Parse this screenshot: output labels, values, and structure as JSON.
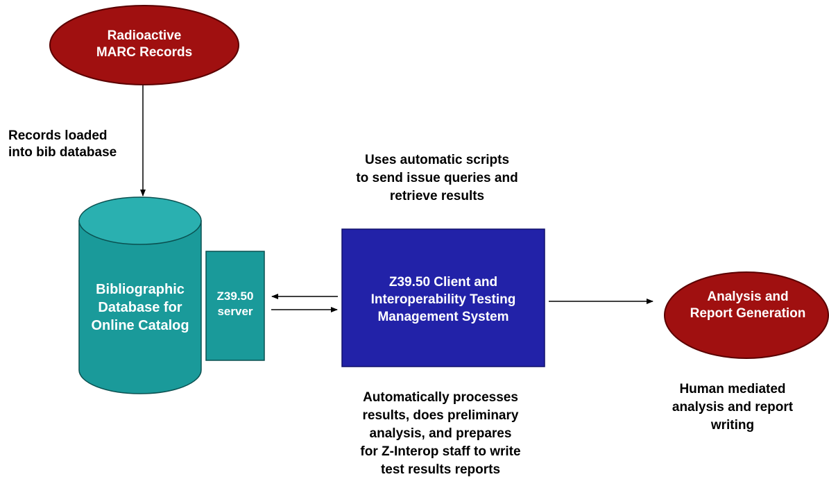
{
  "colors": {
    "oval_fill": "#a01010",
    "oval_stroke": "#5a0000",
    "cylinder_fill": "#1a9a9a",
    "cylinder_top": "#2ab0b0",
    "server_fill": "#1a9a9a",
    "system_box_fill": "#2222a8",
    "arrow": "#000000",
    "text_dark": "#000000",
    "text_light": "#ffffff"
  },
  "nodes": {
    "source": {
      "lines": [
        "Radioactive",
        "MARC Records"
      ]
    },
    "database": {
      "lines": [
        "Bibliographic",
        "Database for",
        "Online Catalog"
      ]
    },
    "server": {
      "lines": [
        "Z39.50",
        "server"
      ]
    },
    "system": {
      "lines": [
        "Z39.50 Client and",
        "Interoperability Testing",
        "Management System"
      ]
    },
    "output": {
      "lines": [
        "Analysis and",
        "Report Generation"
      ]
    }
  },
  "annotations": {
    "load": {
      "lines": [
        "Records loaded",
        "into bib database"
      ]
    },
    "scripts": {
      "lines": [
        "Uses automatic scripts",
        "to send issue queries and",
        "retrieve results"
      ]
    },
    "processing": {
      "lines": [
        "Automatically processes",
        "results, does preliminary",
        "analysis, and prepares",
        "for Z-Interop staff to write",
        "test results reports"
      ]
    },
    "human": {
      "lines": [
        "Human mediated",
        "analysis and report",
        "writing"
      ]
    }
  }
}
